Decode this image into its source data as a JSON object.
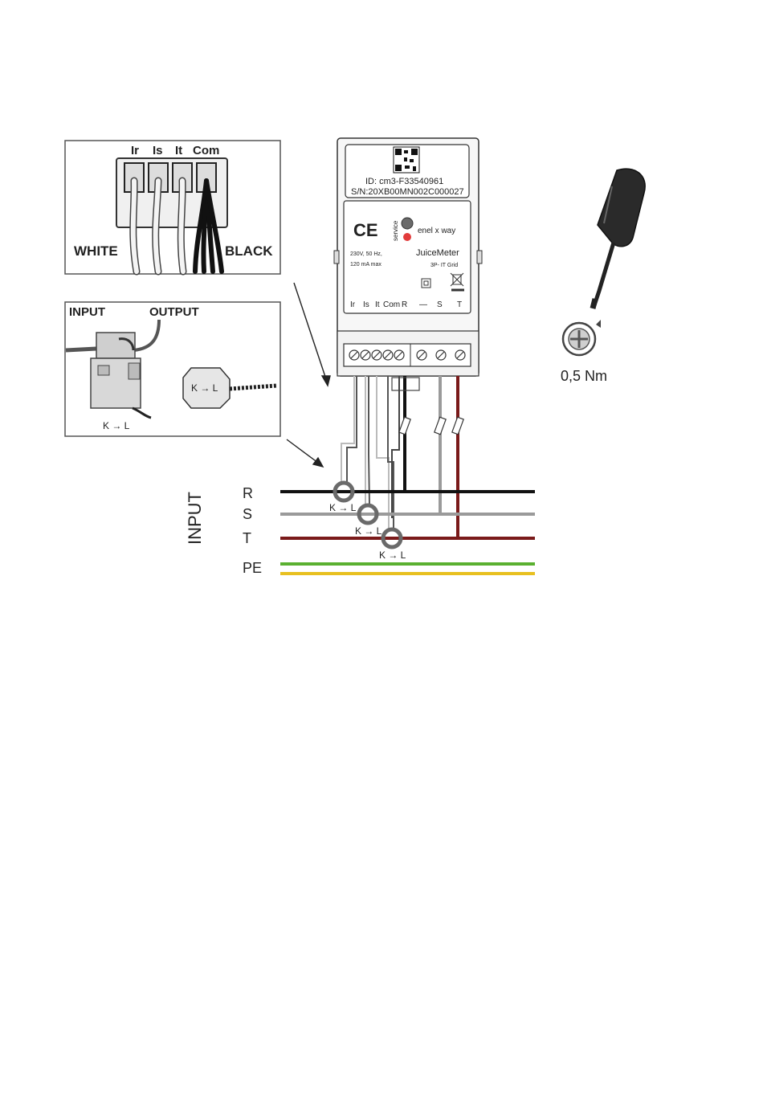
{
  "inset_terminals": {
    "terminal_labels": [
      "Ir",
      "Is",
      "It",
      "Com"
    ],
    "white_label": "WHITE",
    "black_label": "BLACK"
  },
  "inset_ct": {
    "input_label": "INPUT",
    "output_label": "OUTPUT",
    "ct_direction": "K → L",
    "tag_label": "K → L"
  },
  "meter": {
    "id_text": "ID: cm3-F33540961",
    "sn_text": "S/N:20XB00MN002C000027",
    "ce_mark": "CE",
    "service_label": "service",
    "brand": "enel x way",
    "spec_line1": "230V, 50 Hz,",
    "spec_line2": "120 mA max",
    "model": "JuiceMeter",
    "grid": "3P- IT Grid",
    "terminal_labels": [
      "Ir",
      "Is",
      "It",
      "Com",
      "R",
      "—",
      "S",
      "T"
    ]
  },
  "tool": {
    "torque": "0,5 Nm"
  },
  "wiring": {
    "input_label": "INPUT",
    "phases": [
      "R",
      "S",
      "T"
    ],
    "pe_label": "PE",
    "ct_labels": [
      "K → L",
      "K → L",
      "K → L"
    ],
    "colors": {
      "R": "#111111",
      "S": "#9a9a9a",
      "T": "#7a1a1a",
      "PE_green": "#5ab030",
      "PE_yellow": "#e8c020"
    }
  }
}
